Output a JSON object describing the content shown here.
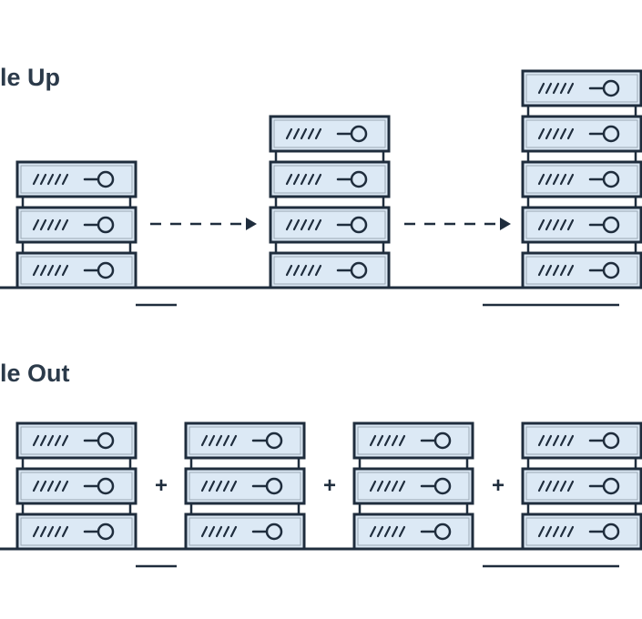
{
  "diagram": {
    "scale_up": {
      "title": "le Up",
      "stacks": [
        {
          "units": 3
        },
        {
          "units": 4
        },
        {
          "units": 5
        }
      ],
      "connector": "arrow"
    },
    "scale_out": {
      "title": "le Out",
      "stacks": [
        {
          "units": 3
        },
        {
          "units": 3
        },
        {
          "units": 3
        },
        {
          "units": 3
        }
      ],
      "connector": "+"
    },
    "unit_label": "///// -O",
    "colors": {
      "outline": "#1f2d3d",
      "unit_fill": "#dce9f5",
      "text": "#2b3a4a"
    }
  }
}
